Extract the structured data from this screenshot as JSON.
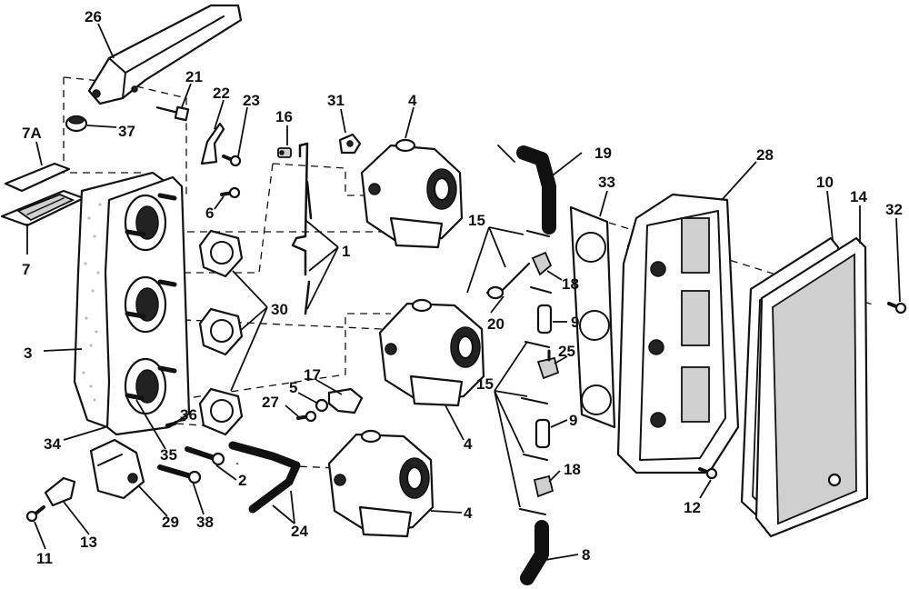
{
  "callouts": {
    "c26": "26",
    "c21": "21",
    "c22": "22",
    "c23": "23",
    "c16": "16",
    "c31": "31",
    "c4a": "4",
    "c19": "19",
    "c33": "33",
    "c28": "28",
    "c10": "10",
    "c14": "14",
    "c32": "32",
    "c7a": "7A",
    "c37": "37",
    "c6": "6",
    "c15a": "15",
    "c1": "1",
    "c18a": "18",
    "c30": "30",
    "c20": "20",
    "c9a": "9",
    "c7": "7",
    "c3": "3",
    "c25": "25",
    "c17": "17",
    "c5": "5",
    "c27": "27",
    "c15b": "15",
    "c9b": "9",
    "c36": "36",
    "c4b": "4",
    "c34": "34",
    "c35": "35",
    "c2": "2",
    "c18b": "18",
    "c12": "12",
    "c29": "29",
    "c38": "38",
    "c4c": "4",
    "c24": "24",
    "c11": "11",
    "c13": "13",
    "c8": "8"
  }
}
